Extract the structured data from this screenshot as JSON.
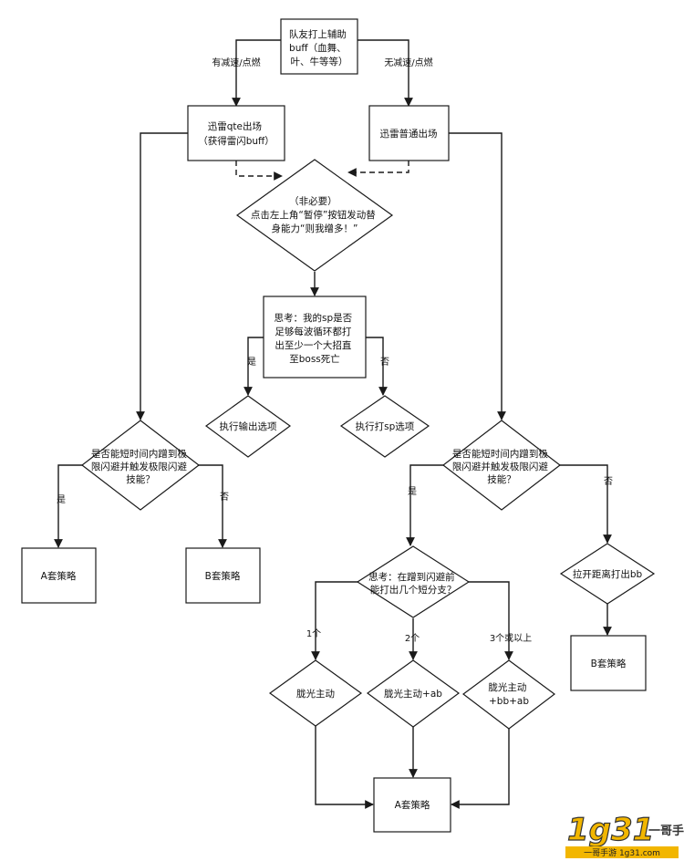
{
  "nodes": {
    "start": [
      "队友打上辅助",
      "buff（血舞、",
      "叶、牛等等）"
    ],
    "qte": [
      "迅雷qte出场",
      "（获得雷闪buff）"
    ],
    "normal": [
      "迅雷普通出场"
    ],
    "pause": [
      "（非必要）",
      "点击左上角“暂停”按钮发动替",
      "身能力“则我缯多！”"
    ],
    "think_sp": [
      "思考：我的sp是否",
      "足够每波循环都打",
      "出至少一个大招直",
      "至boss死亡"
    ],
    "exec_output": [
      "执行输出选项"
    ],
    "exec_sp": [
      "执行打sp选项"
    ],
    "dodge_left": [
      "是否能短时间内蹭到极",
      "限闪避并触发极限闪避",
      "技能？"
    ],
    "dodge_right": [
      "是否能短时间内蹭到极",
      "限闪避并触发极限闪避",
      "技能？"
    ],
    "strategy_a_left": [
      "A套策略"
    ],
    "strategy_b_left": [
      "B套策略"
    ],
    "think_branch": [
      "思考：在蹭到闪避前",
      "能打出几个短分支？"
    ],
    "kite": [
      "拉开距离打出bb"
    ],
    "strategy_b_right": [
      "B套策略"
    ],
    "branch1": [
      "胧光主动"
    ],
    "branch2": [
      "胧光主动+ab"
    ],
    "branch3": [
      "胧光主动",
      "+bb+ab"
    ],
    "strategy_a_bottom": [
      "A套策略"
    ]
  },
  "edge_labels": {
    "has_slow": "有减速/点燃",
    "no_slow": "无减速/点燃",
    "yes_sp": "是",
    "no_sp": "否",
    "yes_left": "是",
    "no_left": "否",
    "yes_right": "是",
    "no_right": "否",
    "one": "1个",
    "two": "2个",
    "three_plus": "3个或以上"
  },
  "watermark": {
    "logo": "1g31",
    "brand": "一哥手游",
    "url": "一哥手游 1g31.com"
  }
}
